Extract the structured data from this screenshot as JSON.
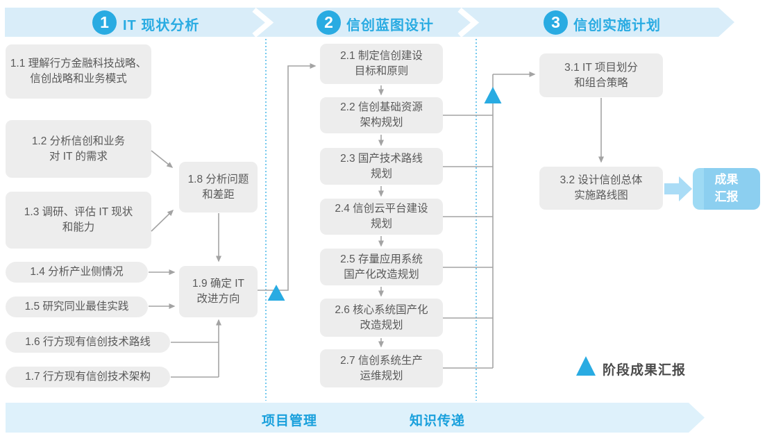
{
  "header": {
    "phases": [
      {
        "number": "1",
        "title": "IT 现状分析"
      },
      {
        "number": "2",
        "title": "信创蓝图设计"
      },
      {
        "number": "3",
        "title": "信创实施计划"
      }
    ]
  },
  "phase1": {
    "boxes": [
      {
        "label": "1.1 理解行方金融科技战略、\n信创战略和业务模式"
      },
      {
        "label": "1.2 分析信创和业务\n对 IT 的需求"
      },
      {
        "label": "1.3 调研、评估 IT 现状\n和能力"
      },
      {
        "label": "1.4 分析产业侧情况"
      },
      {
        "label": "1.5 研究同业最佳实践"
      },
      {
        "label": "1.6 行方现有信创技术路线"
      },
      {
        "label": "1.7 行方现有信创技术架构"
      },
      {
        "label": "1.8 分析问题\n和差距"
      },
      {
        "label": "1.9 确定 IT\n改进方向"
      }
    ]
  },
  "phase2": {
    "boxes": [
      {
        "label": "2.1 制定信创建设\n目标和原则"
      },
      {
        "label": "2.2 信创基础资源\n架构规划"
      },
      {
        "label": "2.3 国产技术路线\n规划"
      },
      {
        "label": "2.4 信创云平台建设\n规划"
      },
      {
        "label": "2.5 存量应用系统\n国产化改造规划"
      },
      {
        "label": "2.6 核心系统国产化\n改造规划"
      },
      {
        "label": "2.7 信创系统生产\n运维规划"
      }
    ]
  },
  "phase3": {
    "boxes": [
      {
        "label": "3.1 IT 项目划分\n和组合策略"
      },
      {
        "label": "3.2 设计信创总体\n实施路线图"
      }
    ],
    "deliverable": "成果\n汇报"
  },
  "legend": {
    "label": "阶段成果汇报"
  },
  "footer": {
    "items": [
      {
        "label": "项目管理"
      },
      {
        "label": "知识传递"
      }
    ]
  },
  "colors": {
    "accent": "#29abe2",
    "band": "#d9edf9",
    "box_fill": "#ededed",
    "box_text": "#595959",
    "connector": "#a3a3a3",
    "deliverable_fill": "#8ccff0",
    "footer_text": "#19a0dc"
  }
}
